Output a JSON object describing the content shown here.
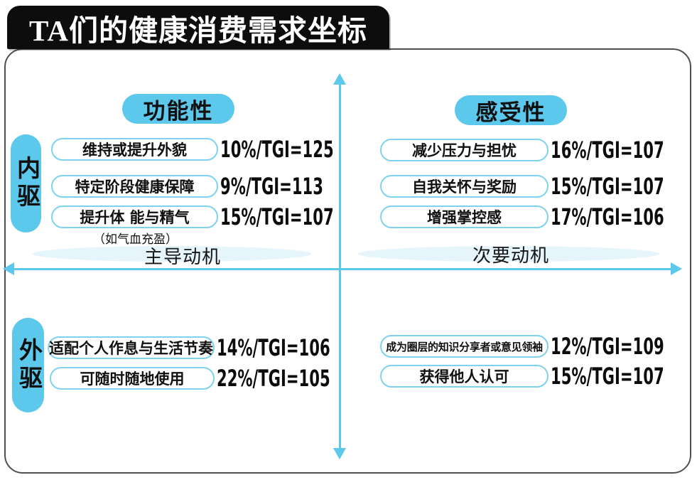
{
  "title": "TA们的健康消费需求坐标",
  "colors": {
    "accent_blue": "#5BC8EC",
    "pill_border_blue": "#7ED2F0",
    "axis_highlight": "#E6F4FB",
    "title_bg": "#0D0D0D",
    "title_fg": "#FFFFFF",
    "panel_border": "#4F4F4F",
    "text": "#101010"
  },
  "quadrant_headers": {
    "top_left": "功能性",
    "top_right": "感受性"
  },
  "side_labels": {
    "top": "内驱",
    "bottom": "外驱"
  },
  "axis_labels": {
    "left": "主导动机",
    "right": "次要动机"
  },
  "quadrants": {
    "top_left": {
      "items": [
        {
          "label": "维持或提升外貌",
          "stat": "10%/TGI=125"
        },
        {
          "label": "特定阶段健康保障",
          "stat": "9%/TGI=113"
        },
        {
          "label": "提升体 能与精气",
          "stat": "15%/TGI=107",
          "note": "（如气血充盈）"
        }
      ]
    },
    "top_right": {
      "items": [
        {
          "label": "减少压力与担忧",
          "stat": "16%/TGI=107"
        },
        {
          "label": "自我关怀与奖励",
          "stat": "15%/TGI=107"
        },
        {
          "label": "增强掌控感",
          "stat": "17%/TGI=106"
        }
      ]
    },
    "bottom_left": {
      "items": [
        {
          "label": "适配个人作息与生活节奏",
          "stat": "14%/TGI=106"
        },
        {
          "label": "可随时随地使用",
          "stat": "22%/TGI=105"
        }
      ]
    },
    "bottom_right": {
      "items": [
        {
          "label": "成为圈层的知识分享者或意见领袖",
          "stat": "12%/TGI=109"
        },
        {
          "label": "获得他人认可",
          "stat": "15%/TGI=107"
        }
      ]
    }
  }
}
